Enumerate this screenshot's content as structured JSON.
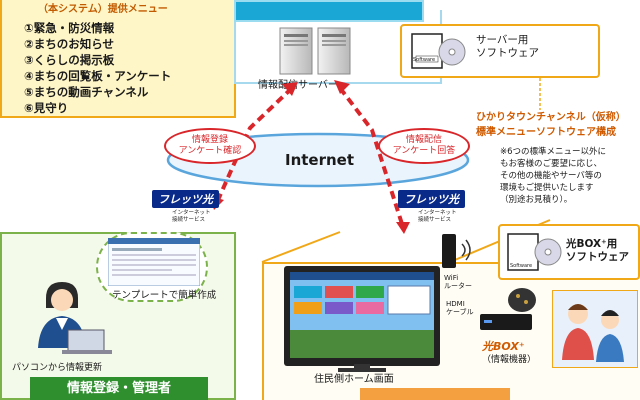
{
  "menu": {
    "title": "（本システム）提供メニュー",
    "items": [
      "①緊急・防災情報",
      "②まちのお知らせ",
      "③くらしの掲示板",
      "④まちの回覧板・アンケート",
      "⑤まちの動画チャンネル",
      "⑥見守り"
    ]
  },
  "server": {
    "label": "情報配信サーバー"
  },
  "server_software": {
    "line1": "サーバー用",
    "line2": "ソフトウェア",
    "disc_label": "Software"
  },
  "internet": {
    "label": "Internet"
  },
  "bubbles": {
    "left": {
      "line1": "情報登録",
      "line2": "アンケート確認"
    },
    "right": {
      "line1": "情報配信",
      "line2": "アンケート回答"
    }
  },
  "channel": {
    "line1": "ひかりタウンチャンネル（仮称）",
    "line2": "標準メニューソフトウェア構成"
  },
  "note": {
    "lines": [
      "※6つの標準メニュー以外に",
      "もお客様のご要望に応じ、",
      "その他の機能やサーバ等の",
      "環境もご提供いたします",
      "（別途お見積り）。"
    ]
  },
  "flets": {
    "left": {
      "logo": "フレッツ光",
      "sub1": "インターネット",
      "sub2": "接続サービス"
    },
    "right": {
      "logo": "フレッツ光",
      "sub1": "インターネット",
      "sub2": "接続サービス"
    }
  },
  "admin": {
    "template_label": "テンプレートで簡単作成",
    "pc_label": "パソコンから情報更新",
    "bar_label": "情報登録・管理者"
  },
  "hikari_box_software": {
    "line1": "光BOX⁺用",
    "line2": "ソフトウェア",
    "disc_label": "Software"
  },
  "router": {
    "line1": "WiFi",
    "line2": "ルーター"
  },
  "hdmi": {
    "line1": "HDMI",
    "line2": "ケーブル"
  },
  "hikari_box": {
    "logo": "光BOX⁺",
    "sub": "（情報機器）"
  },
  "tv": {
    "label": "住民側ホーム画面"
  },
  "colors": {
    "menu_border": "#f0a818",
    "menu_bg": "#fff6c7",
    "internet_blue": "#5aa6dc",
    "arrow_red": "#d8262a",
    "admin_green": "#2f8f2e",
    "flets_navy": "#0a2a8a"
  }
}
